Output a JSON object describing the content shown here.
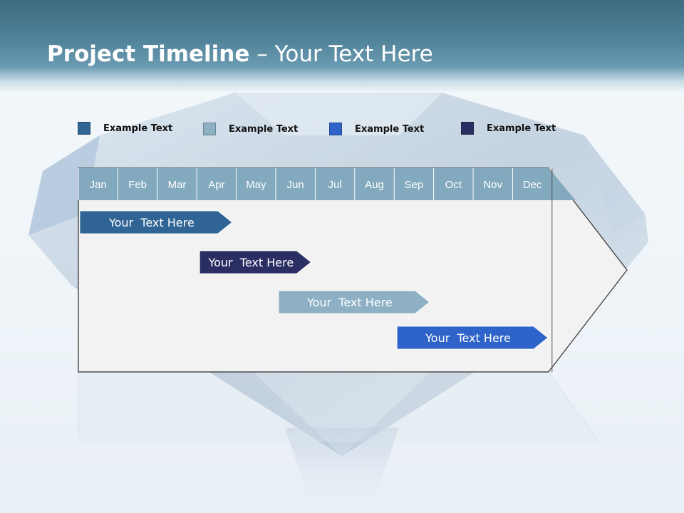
{
  "title": {
    "bold": "Project Timeline",
    "rest": " – Your Text Here"
  },
  "legend": [
    {
      "label": "Example Text",
      "color": "#2f6494"
    },
    {
      "label": "Example Text",
      "color": "#8db0c4"
    },
    {
      "label": "Example Text",
      "color": "#2e63c9"
    },
    {
      "label": "Example Text",
      "color": "#2b2e63"
    }
  ],
  "months": [
    "Jan",
    "Feb",
    "Mar",
    "Apr",
    "May",
    "Jun",
    "Jul",
    "Aug",
    "Sep",
    "Oct",
    "Nov",
    "Dec"
  ],
  "tasks": [
    {
      "label": "Your  Text Here",
      "color": "#2f6494",
      "start_month": "Jan",
      "end_month": "Apr"
    },
    {
      "label": "Your  Text Here",
      "color": "#2b2e63",
      "start_month": "Apr",
      "end_month": "Jun"
    },
    {
      "label": "Your  Text Here",
      "color": "#8db0c4",
      "start_month": "Jun",
      "end_month": "Sep"
    },
    {
      "label": "Your  Text Here",
      "color": "#2e63c9",
      "start_month": "Sep",
      "end_month": "Dec"
    }
  ],
  "colors": {
    "header": "#4a7b91",
    "month_header": "#82a9bd",
    "column_shade": "#f0f0f0",
    "column_plain": "#ffffff"
  }
}
